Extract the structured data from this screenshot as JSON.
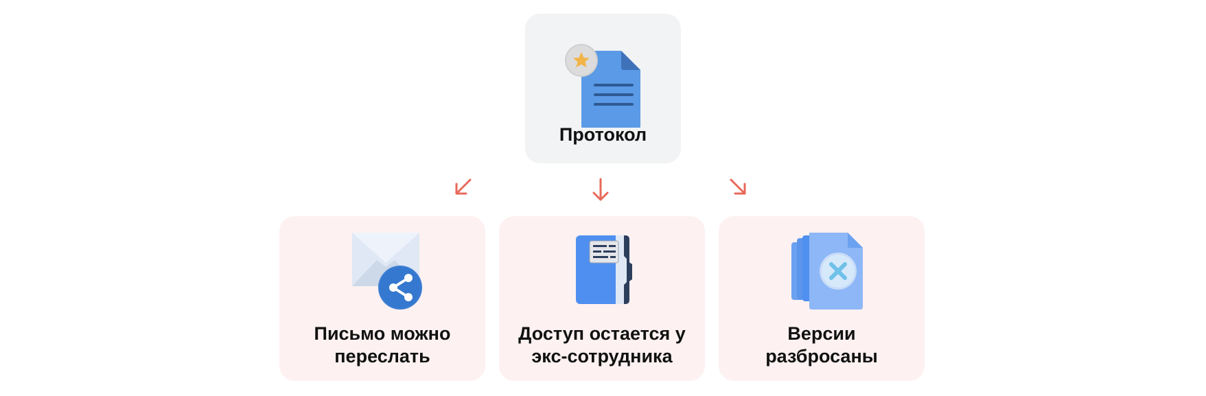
{
  "root": {
    "label": "Протокол",
    "icon": "document-star-icon"
  },
  "children": [
    {
      "line1": "Письмо можно",
      "line2": "переслать",
      "icon": "envelope-share-icon"
    },
    {
      "line1": "Доступ остается у",
      "line2": "экс-сотрудника",
      "icon": "folder-icon"
    },
    {
      "line1": "Версии",
      "line2": "разбросаны",
      "icon": "scattered-documents-icon"
    }
  ],
  "colors": {
    "root_card": "#f1f3f4",
    "child_card": "#fdf1f1",
    "arrow": "#e8685a",
    "doc_blue": "#5a9ae6",
    "share_blue": "#3d7ed4"
  }
}
